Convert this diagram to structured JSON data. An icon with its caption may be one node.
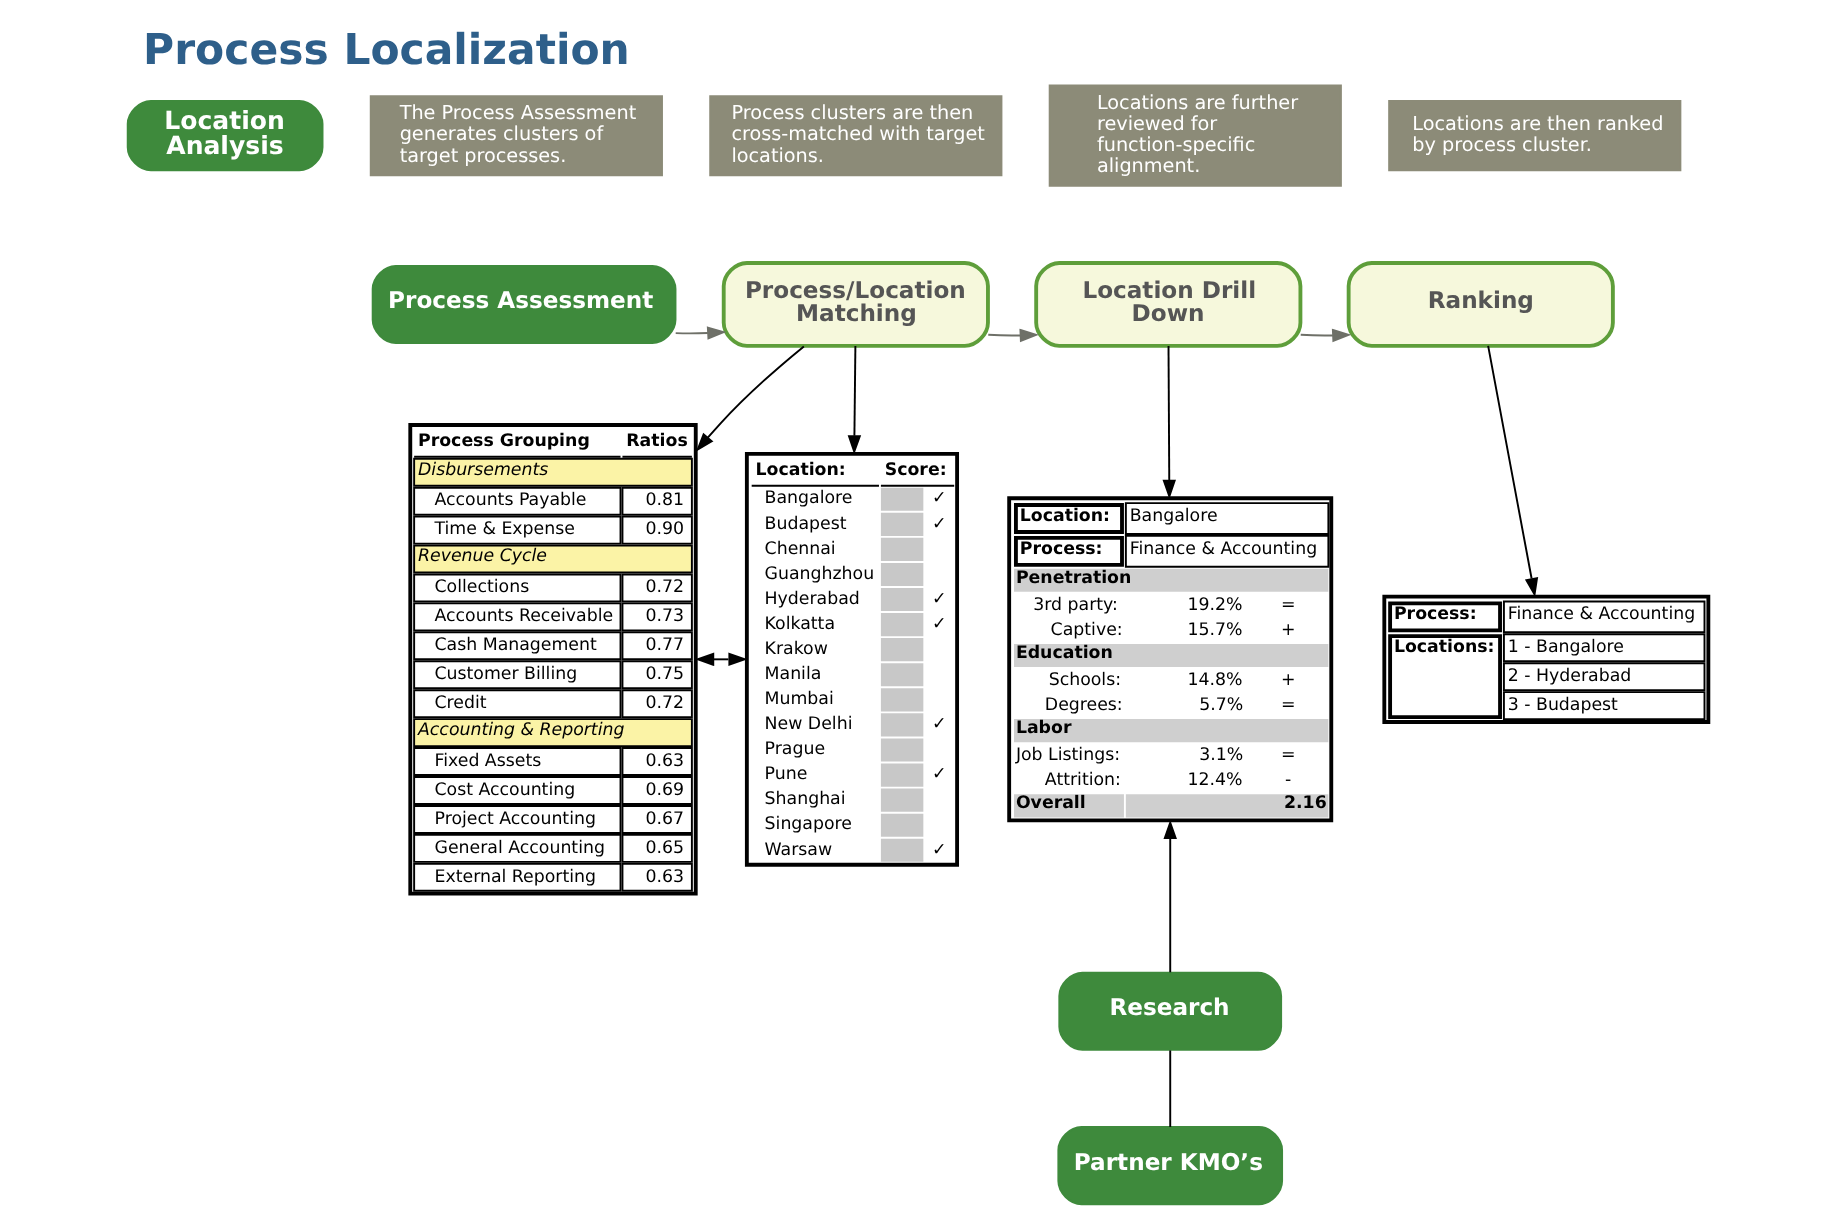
{
  "diagram": {
    "title": "Process Localization",
    "nodes": [
      {
        "text": [
          "Location Analysis"
        ]
      },
      {
        "text": [
          "The Process Assessment generates clusters of target processes."
        ]
      },
      {
        "text": [
          "Process Assessment"
        ]
      },
      {
        "text": [
          "Process clusters are then cross-matched with target locations."
        ]
      },
      {
        "text": [
          "Process/Location Matching"
        ]
      },
      {
        "text": [
          "Locations are further reviewed for function-specific alignment."
        ]
      },
      {
        "text": [
          "Location Drill Down"
        ]
      },
      {
        "text": [
          "Locations are then ranked by process cluster."
        ]
      },
      {
        "text": [
          "Ranking"
        ]
      },
      {
        "text": [
          "Process Grouping",
          "Ratios",
          "Disbursements",
          "Accounts Payable",
          "0.81",
          "Time & Expense",
          "0.90",
          "Revenue Cycle",
          "Collections",
          "0.72",
          "Accounts Receivable",
          "0.73",
          "Cash Management",
          "0.77",
          "Customer Billing",
          "0.75",
          "Credit",
          "0.72",
          "Accounting & Reporting",
          "Fixed Assets",
          "0.63",
          "Cost Accounting",
          "0.69",
          "Project Accounting",
          "0.67",
          "General Accounting",
          "0.65",
          "External Reporting",
          "0.63"
        ]
      },
      {
        "text": [
          "Location:",
          "Score:",
          "Bangalore",
          "✓",
          "Budapest",
          "✓",
          "Chennai",
          "Guanghzhou",
          "Hyderabad",
          "✓",
          "Kolkatta",
          "✓",
          "Krakow",
          "Manila",
          "Mumbai",
          "New Delhi",
          "✓",
          "Prague",
          "Pune",
          "✓",
          "Shanghai",
          "Singapore",
          "Warsaw",
          "✓"
        ]
      },
      {
        "text": [
          "Location:",
          "Bangalore",
          "Process:",
          "Finance & Accounting",
          "Penetration",
          "3rd party:",
          "19.2%",
          "=",
          "Captive:",
          "15.7%",
          "+",
          "Education",
          "Schools:",
          "14.8%",
          "+",
          "Degrees:",
          "5.7%",
          "=",
          "Labor",
          "Job Listings:",
          "3.1%",
          "=",
          "Attrition:",
          "12.4%",
          "-",
          "Overall",
          "2.16"
        ]
      },
      {
        "text": [
          "Process:",
          "Finance & Accounting",
          "Locations:",
          "1 - Bangalore",
          "2 - Hyderabad",
          "3 - Budapest"
        ]
      },
      {
        "text": [
          "Research"
        ]
      },
      {
        "text": [
          "Partner KMO’s"
        ]
      }
    ],
    "edges": [
      {
        "from": 2,
        "to": 4,
        "arrow": "to",
        "color": "#6e7068"
      },
      {
        "from": 4,
        "to": 6,
        "arrow": "to",
        "color": "#6e7068"
      },
      {
        "from": 6,
        "to": 8,
        "arrow": "to",
        "color": "#6e7068"
      },
      {
        "from": 4,
        "to": 9,
        "arrow": "to"
      },
      {
        "from": 4,
        "to": 10,
        "arrow": "to"
      },
      {
        "from": 9,
        "to": 10,
        "arrow": "both"
      },
      {
        "from": 6,
        "to": 11,
        "arrow": "to"
      },
      {
        "from": 8,
        "to": 12,
        "arrow": "to"
      },
      {
        "from": 13,
        "to": 11,
        "arrow": "to"
      },
      {
        "from": 14,
        "to": 13,
        "arrow": "none"
      }
    ]
  }
}
